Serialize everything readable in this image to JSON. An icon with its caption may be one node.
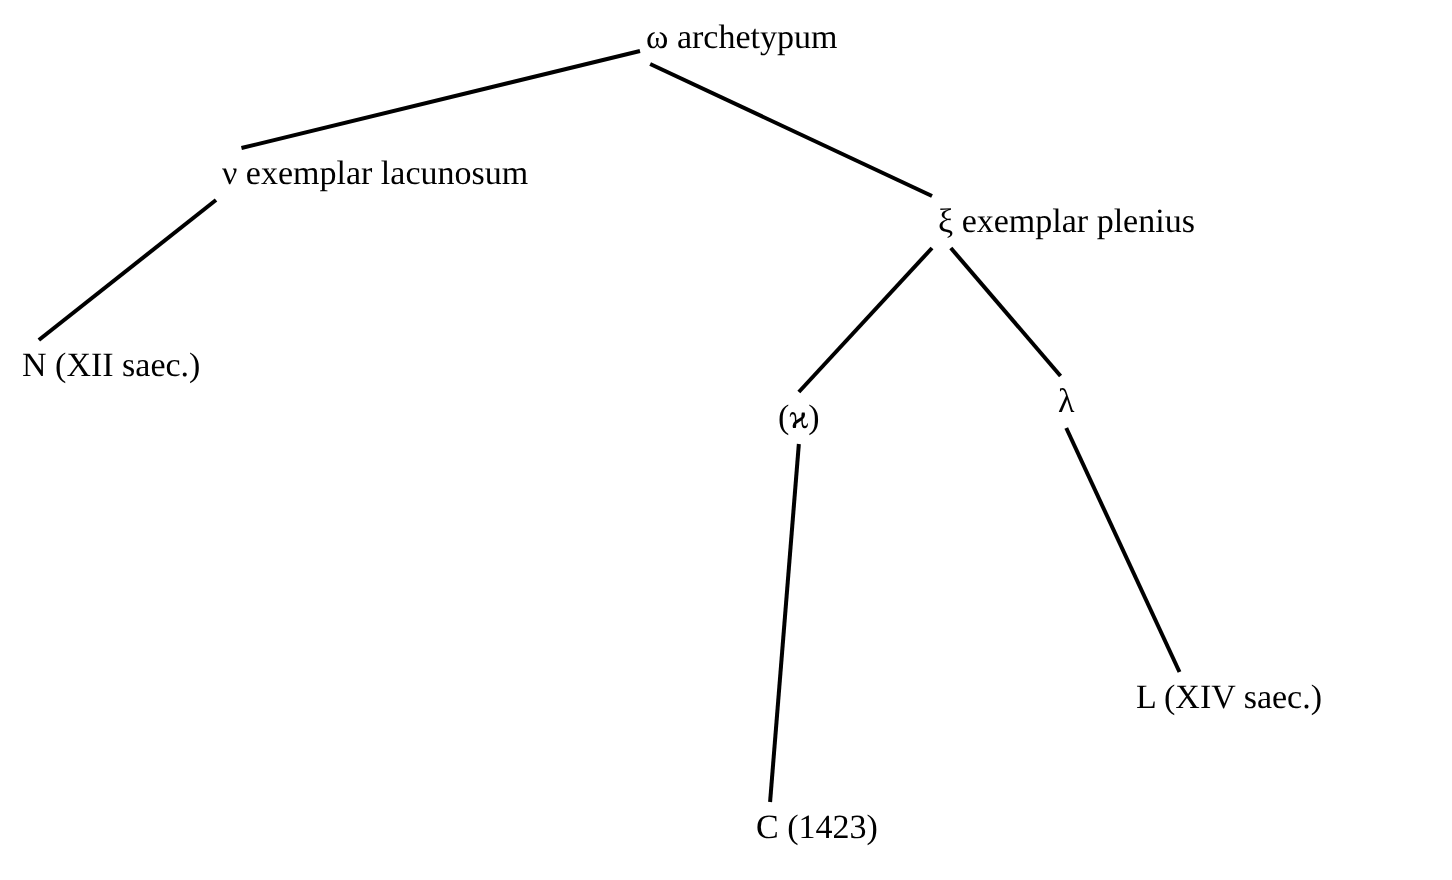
{
  "diagram": {
    "nodes": [
      {
        "text": [
          "ω archetypum"
        ]
      },
      {
        "text": [
          "ν exemplar lacunosum"
        ]
      },
      {
        "text": [
          "ξ exemplar plenius"
        ]
      },
      {
        "text": [
          "N (XII saec.)"
        ]
      },
      {
        "text": [
          "(ϰ)"
        ]
      },
      {
        "text": [
          "λ"
        ]
      },
      {
        "text": [
          "L (XIV saec.)"
        ]
      },
      {
        "text": [
          "C (1423)"
        ]
      }
    ],
    "edges": [
      {
        "from": 0,
        "to": 1,
        "arrow": "none"
      },
      {
        "from": 0,
        "to": 2,
        "arrow": "none"
      },
      {
        "from": 1,
        "to": 3,
        "arrow": "none"
      },
      {
        "from": 2,
        "to": 4,
        "arrow": "none"
      },
      {
        "from": 2,
        "to": 5,
        "arrow": "none"
      },
      {
        "from": 4,
        "to": 7,
        "arrow": "none"
      },
      {
        "from": 5,
        "to": 6,
        "arrow": "none"
      }
    ]
  }
}
